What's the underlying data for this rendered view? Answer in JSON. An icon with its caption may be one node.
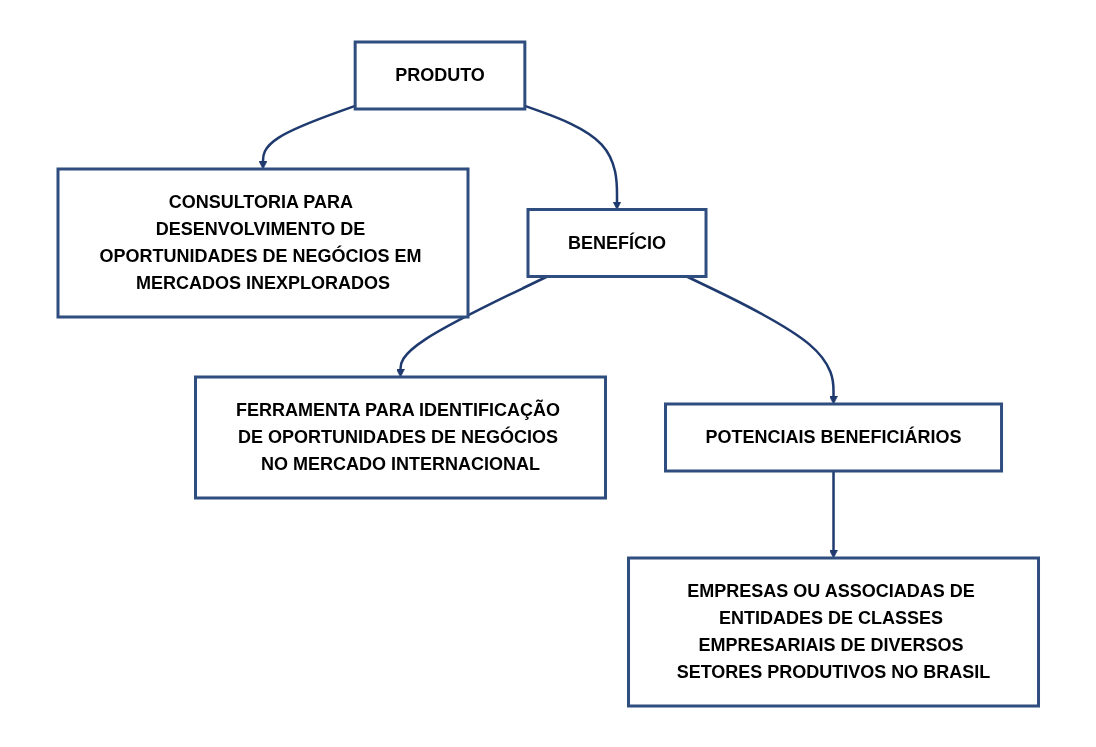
{
  "diagram": {
    "nodes": [
      {
        "text": [
          "PRODUTO"
        ]
      },
      {
        "text": [
          "CONSULTORIA PARA DESENVOLVIMENTO DE OPORTUNIDADES DE NEGÓCIOS EM MERCADOS INEXPLORADOS"
        ]
      },
      {
        "text": [
          "BENEFÍCIO"
        ]
      },
      {
        "text": [
          "FERRAMENTA PARA IDENTIFICAÇÃO DE OPORTUNIDADES DE NEGÓCIOS NO MERCADO INTERNACIONAL"
        ]
      },
      {
        "text": [
          "POTENCIAIS BENEFICIÁRIOS"
        ]
      },
      {
        "text": [
          "EMPRESAS OU ASSOCIADAS DE ENTIDADES DE CLASSES EMPRESARIAIS DE DIVERSOS SETORES PRODUTIVOS NO BRASIL"
        ]
      }
    ],
    "edges": [
      {
        "from": 0,
        "to": 1,
        "arrow": "to"
      },
      {
        "from": 0,
        "to": 2,
        "arrow": "to"
      },
      {
        "from": 2,
        "to": 3,
        "arrow": "to"
      },
      {
        "from": 2,
        "to": 4,
        "arrow": "to"
      },
      {
        "from": 4,
        "to": 5,
        "arrow": "to"
      }
    ]
  }
}
